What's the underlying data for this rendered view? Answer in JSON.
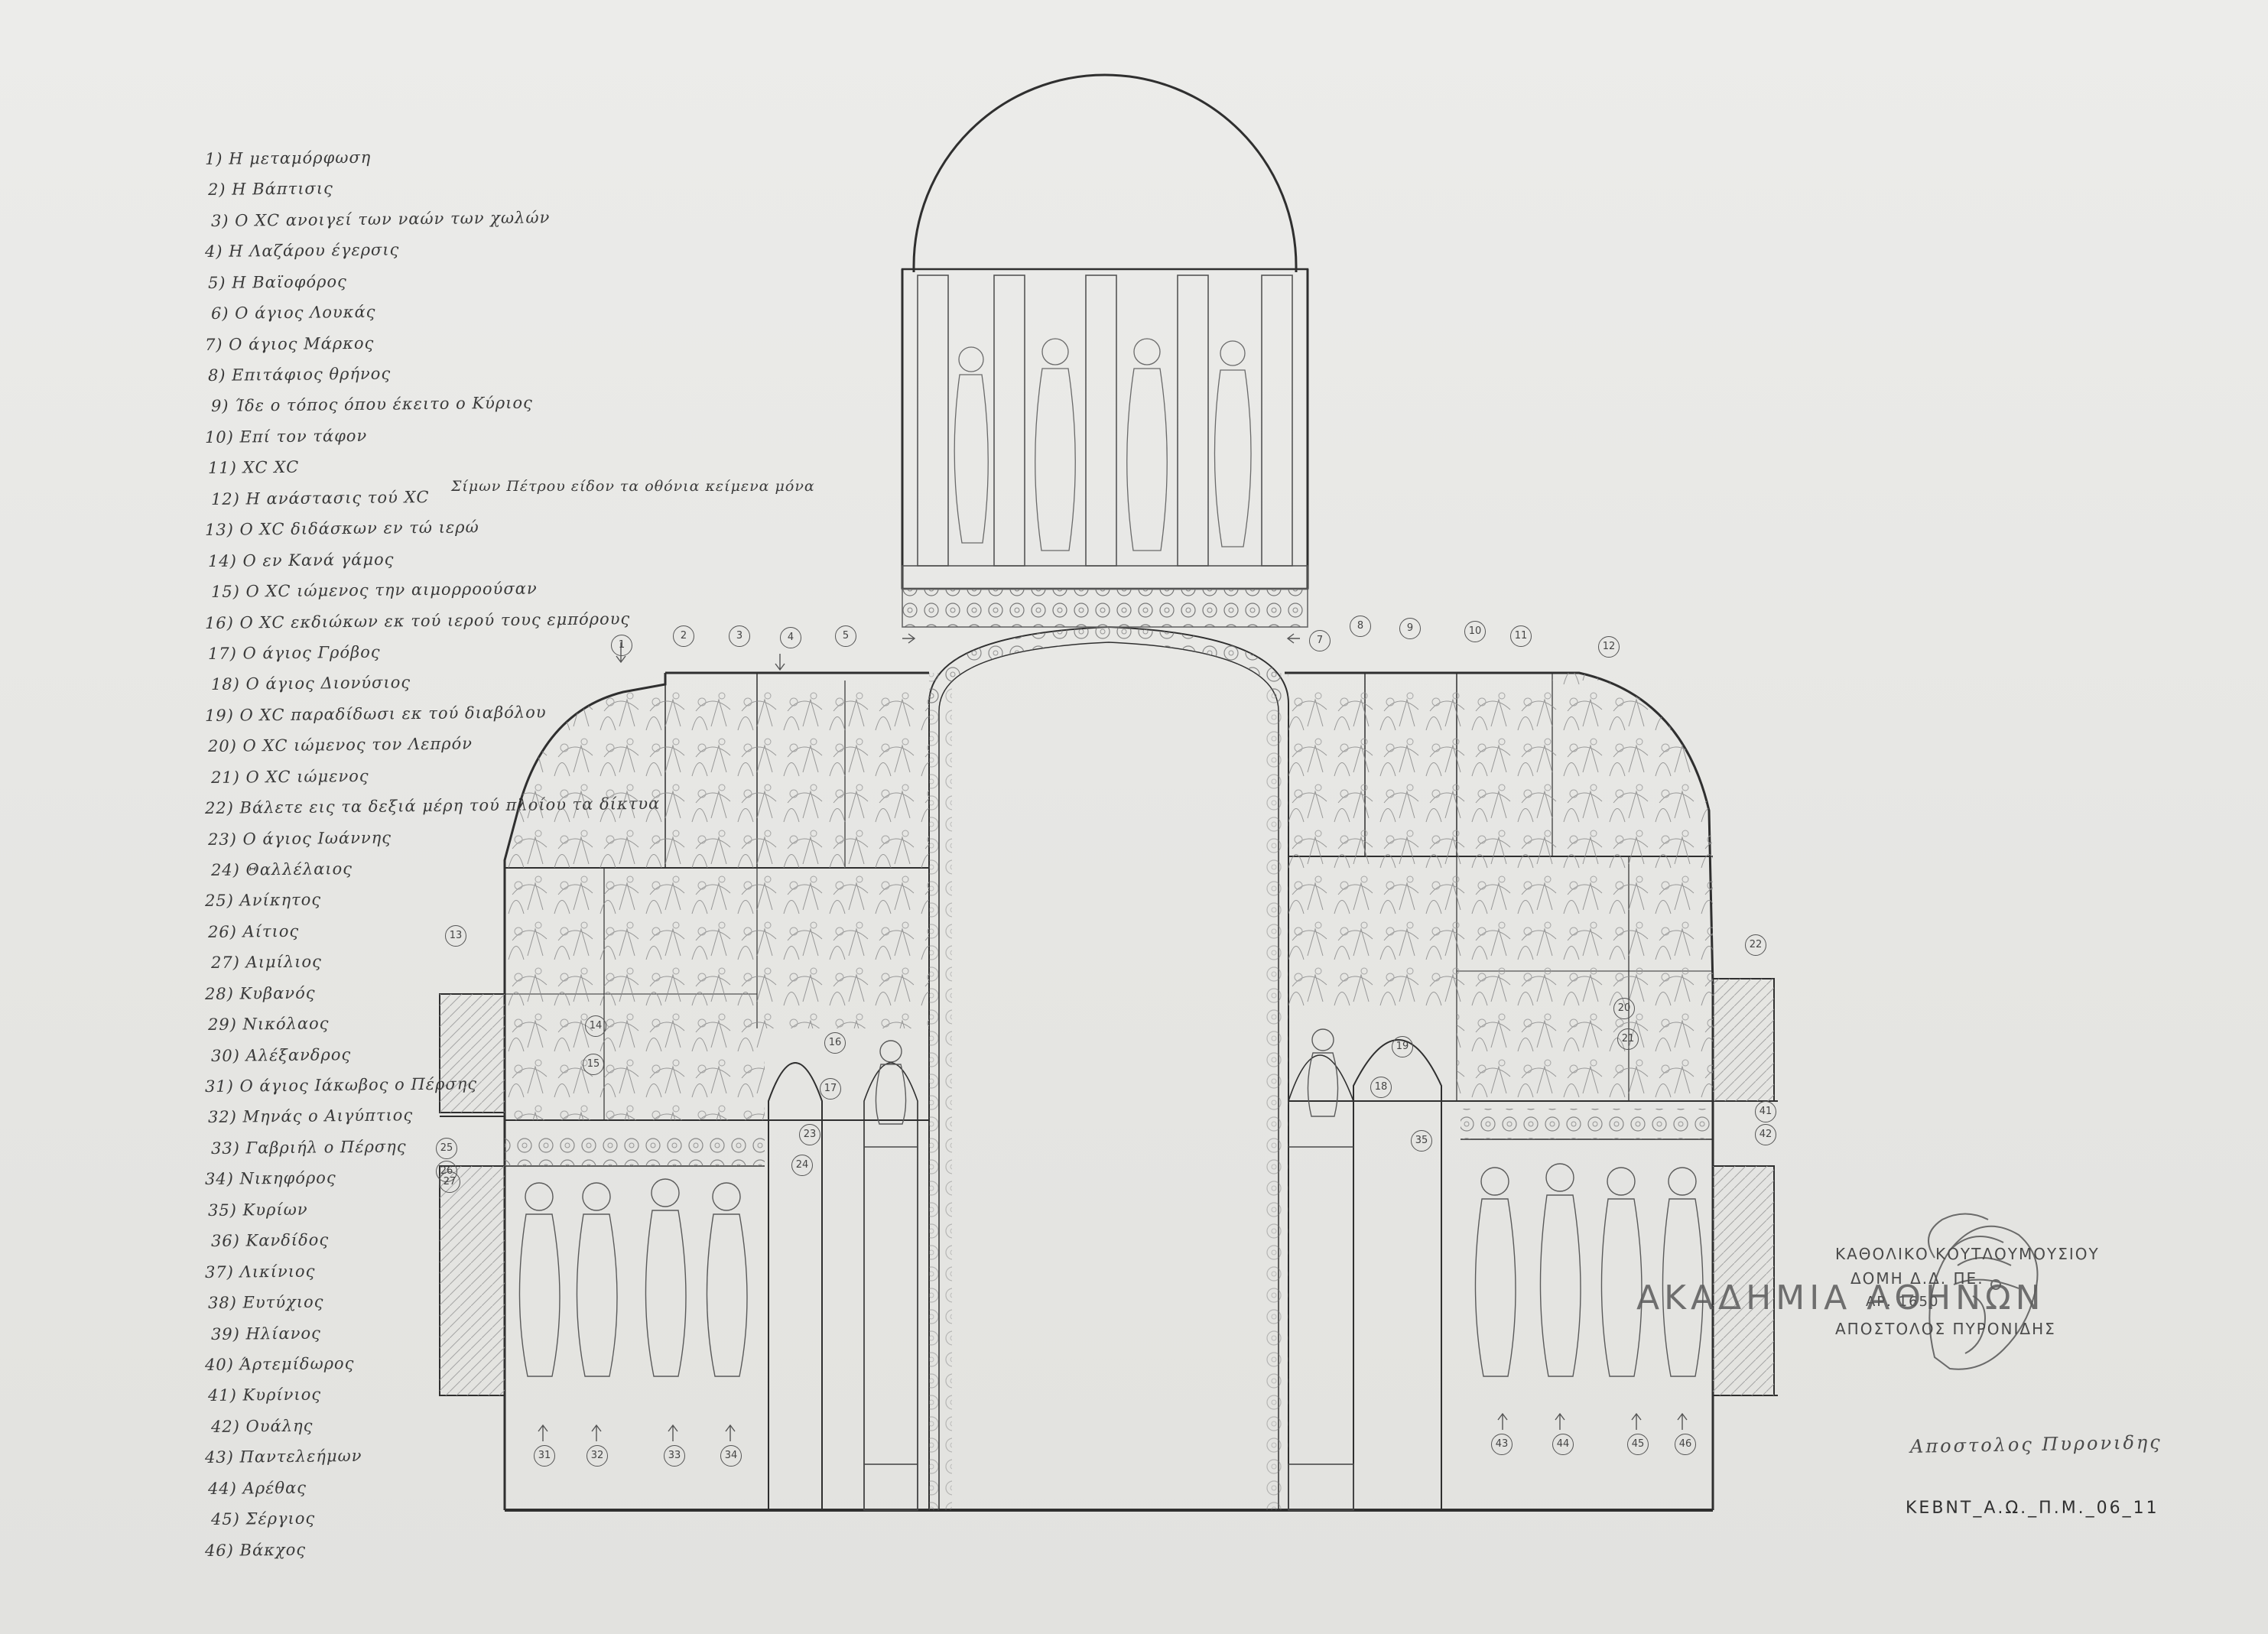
{
  "legend": [
    "1) Η μεταμόρφωση",
    "2) Η Βάπτισις",
    "3) Ο ΧC ανοιγεί των ναών των χωλών",
    "4) Η Λαζάρου έγερσις",
    "5) Η Βαϊοφόρος",
    "6) Ο άγιος Λουκάς",
    "7) Ο άγιος Μάρκος",
    "8) Επιτάφιος θρήνος",
    "9) Ίδε ο τόπος όπου έκειτο ο Κύριος",
    "10) Επί τον τάφον",
    "11) ΧC ΧC",
    "12) Η ανάστασις τού ΧC",
    "13) Ο ΧC διδάσκων εν τώ ιερώ",
    "14) Ο εν Κανά γάμος",
    "15) Ο ΧC ιώμενος την αιμορροούσαν",
    "16) Ο ΧC εκδιώκων εκ τού ιερού τους εμπόρους",
    "17) Ο άγιος Γρόβος",
    "18) Ο άγιος Διονύσιος",
    "19) Ο ΧC παραδίδωσι εκ τού διαβόλου",
    "20) Ο ΧC ιώμενος τον Λεπρόν",
    "21) Ο ΧC ιώμενος",
    "22) Βάλετε εις τα δεξιά μέρη τού πλοίου τα δίκτυα",
    "23) Ο άγιος Ιωάννης",
    "24) Θαλλέλαιος",
    "25) Ανίκητος",
    "26) Αίτιος",
    "27) Αιμίλιος",
    "28) Κυβανός",
    "29) Νικόλαος",
    "30) Αλέξανδρος",
    "31) Ο άγιος Ιάκωβος ο Πέρσης",
    "32) Μηνάς ο Αιγύπτιος",
    "33) Γαβριήλ ο Πέρσης",
    "34) Νικηφόρος",
    "35) Κυρίων",
    "36) Κανδίδος",
    "37) Λικίνιος",
    "38) Ευτύχιος",
    "39) Ηλίανος",
    "40) Άρτεμίδωρος",
    "41) Κυρίνιος",
    "42) Ουάλης",
    "43) Παντελεήμων",
    "44) Αρέθας",
    "45) Σέργιος",
    "46) Βάκχος"
  ],
  "legend_extra": "Σίμων Πέτρου είδον τα οθόνια κείμενα μόνα",
  "stamp": {
    "line1": "ΚΑΘΟΛΙΚΟ ΚΟΥΤΛΟΥΜΟΥΣΙΟΥ",
    "line2": "ΔΟΜΗ Δ.Δ. ΠΕ.",
    "line3": "ΑΡ. 1650",
    "line4": "ΑΠΟΣΤΟΛΟΣ ΠΥΡΟΝΙΔΗΣ",
    "academy": "ΑΚΑΔΗΜΙΑ  ΑΘΗΝΩΝ"
  },
  "signature": "Αποστολος Πυρονιδης",
  "catalog_number": "ΚΕΒΝΤ_Α.Ω._Π.Μ._06_11",
  "callouts_upper": [
    "1",
    "2",
    "3",
    "4",
    "5",
    "7",
    "8",
    "9",
    "10",
    "11",
    "12"
  ],
  "callouts_mid_left": [
    "13",
    "14",
    "15",
    "16",
    "17"
  ],
  "callouts_mid_right": [
    "18",
    "19",
    "20",
    "21",
    "22"
  ],
  "callouts_frieze": [
    "23",
    "24",
    "25",
    "26",
    "27",
    "35",
    "41",
    "42"
  ],
  "callouts_bottom_left": [
    "31",
    "32",
    "33",
    "34"
  ],
  "callouts_bottom_right": [
    "43",
    "44",
    "45",
    "46"
  ]
}
